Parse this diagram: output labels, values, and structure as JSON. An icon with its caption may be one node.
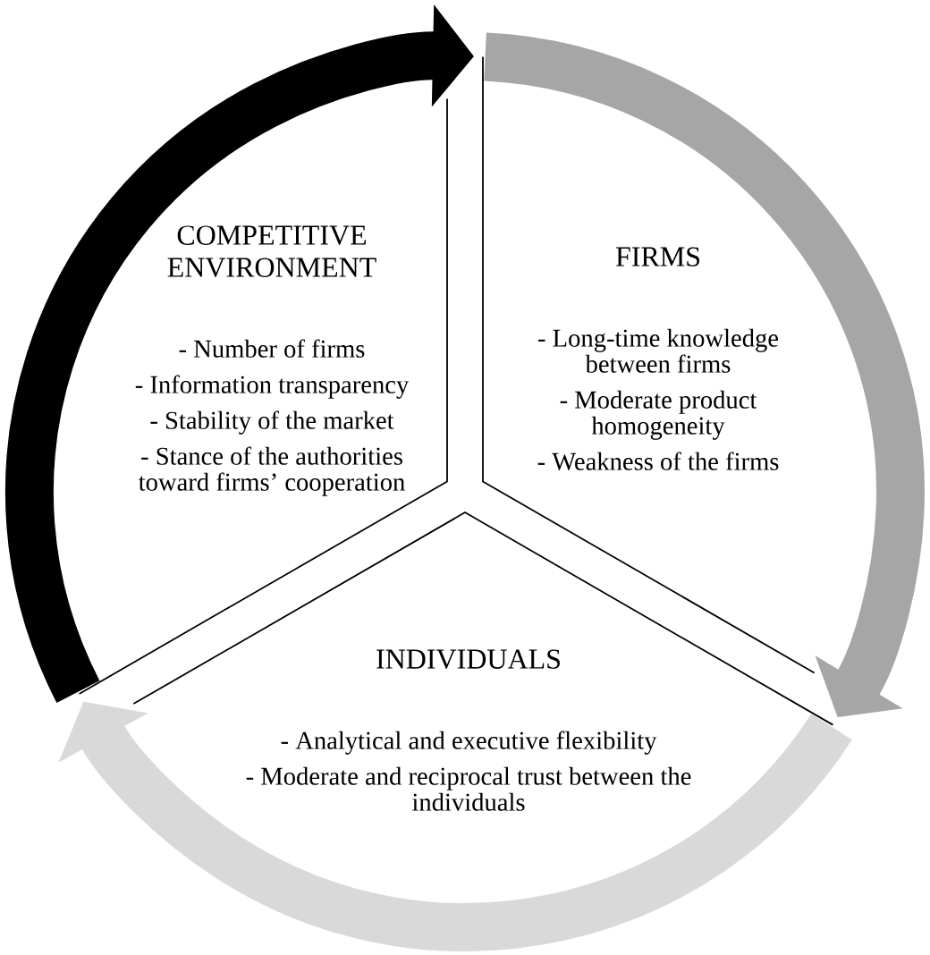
{
  "diagram": {
    "nodes": [
      {
        "text": [
          "COMPETITIVE ENVIRONMENT",
          "- Number of firms",
          "- Information transparency",
          "- Stability of the market",
          "- Stance of the authorities toward firms’ cooperation"
        ]
      },
      {
        "text": [
          "FIRMS",
          "- Long-time knowledge between firms",
          "- Moderate product homogeneity",
          "- Weakness of the firms"
        ]
      },
      {
        "text": [
          "INDIVIDUALS",
          "- Analytical and executive flexibility",
          "- Moderate and reciprocal trust between the individuals"
        ]
      }
    ],
    "edges": [
      {
        "from": 0,
        "to": 1,
        "arrow": "to",
        "color": "#000000"
      },
      {
        "from": 1,
        "to": 2,
        "arrow": "to",
        "color": "#a6a6a6"
      },
      {
        "from": 2,
        "to": 0,
        "arrow": "to",
        "color": "#d9d9d9"
      }
    ]
  }
}
